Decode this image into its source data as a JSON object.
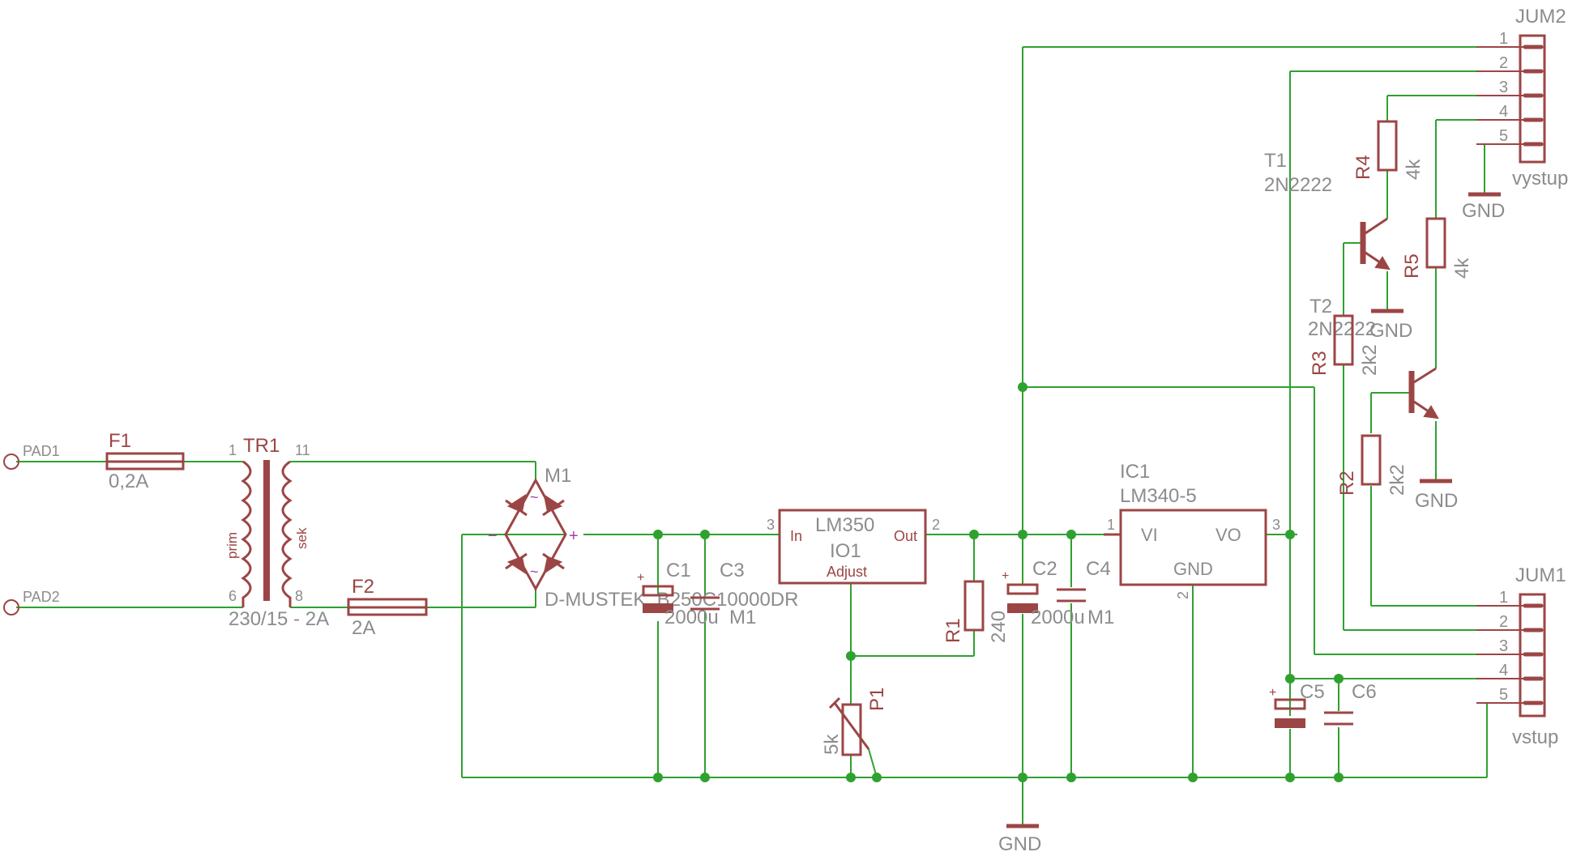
{
  "pads": {
    "pad1": "PAD1",
    "pad2": "PAD2"
  },
  "fuses": {
    "f1": {
      "name": "F1",
      "value": "0,2A"
    },
    "f2": {
      "name": "F2",
      "value": "2A"
    }
  },
  "transformer": {
    "name": "TR1",
    "value": "230/15 - 2A",
    "primary": "prim",
    "secondary": "sek",
    "pins": [
      "1",
      "6",
      "11",
      "8"
    ]
  },
  "bridge": {
    "name": "M1",
    "value": "D-MUSTEK_B250C10000DR",
    "plus": "+",
    "minus": "−",
    "ac": "~"
  },
  "capacitors": {
    "c1": {
      "name": "C1",
      "value": "2000u"
    },
    "c3": {
      "name": "C3",
      "value": "M1"
    },
    "c2": {
      "name": "C2",
      "value": "2000u"
    },
    "c4": {
      "name": "C4",
      "value": "M1"
    },
    "c5": {
      "name": "C5"
    },
    "c6": {
      "name": "C6"
    },
    "plus": "+"
  },
  "regulator1": {
    "part": "LM350",
    "name": "IO1",
    "in": "In",
    "out": "Out",
    "adj": "Adjust",
    "pin_in": "3",
    "pin_out": "2"
  },
  "resistors": {
    "r1": {
      "name": "R1",
      "value": "240"
    },
    "r2": {
      "name": "R2",
      "value": "2k2"
    },
    "r3": {
      "name": "R3",
      "value": "2k2"
    },
    "r4": {
      "name": "R4",
      "value": "4k"
    },
    "r5": {
      "name": "R5",
      "value": "4k"
    }
  },
  "potentiometer": {
    "name": "P1",
    "value": "5k"
  },
  "regulator2": {
    "name": "IC1",
    "part": "LM340-5",
    "vi": "VI",
    "vo": "VO",
    "gnd": "GND",
    "pin_vi": "1",
    "pin_vo": "3",
    "pin_gnd": "2"
  },
  "transistors": {
    "t1": {
      "name": "T1",
      "part": "2N2222"
    },
    "t2": {
      "name": "T2",
      "part": "2N2222"
    }
  },
  "connectors": {
    "jum2": {
      "name": "JUM2",
      "label": "vystup",
      "pins": [
        "1",
        "2",
        "3",
        "4",
        "5"
      ]
    },
    "jum1": {
      "name": "JUM1",
      "label": "vstup",
      "pins": [
        "1",
        "2",
        "3",
        "4",
        "5"
      ]
    }
  },
  "gnd_label": "GND"
}
